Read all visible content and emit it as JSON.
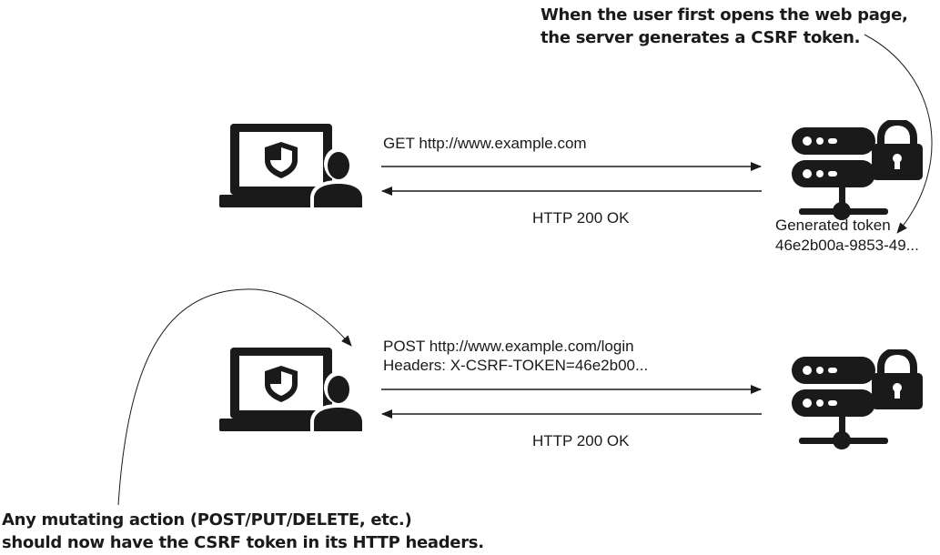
{
  "callouts": {
    "top": {
      "line1": "When the user first opens the web page,",
      "line2": "the server generates a CSRF token."
    },
    "bottom": {
      "line1": "Any mutating action (POST/PUT/DELETE, etc.)",
      "line2": "should now have the CSRF token in its HTTP headers."
    }
  },
  "exchange1": {
    "request": "GET http://www.example.com",
    "response": "HTTP 200 OK",
    "token_label": "Generated token",
    "token_value": "46e2b00a-9853-49..."
  },
  "exchange2": {
    "request_line1": "POST http://www.example.com/login",
    "request_line2": "Headers: X-CSRF-TOKEN=46e2b00...",
    "response": "HTTP 200 OK"
  },
  "icons": {
    "client": "laptop-shield-user-icon",
    "server": "server-lock-icon"
  },
  "colors": {
    "ink": "#1a1a1a",
    "background": "#ffffff"
  }
}
